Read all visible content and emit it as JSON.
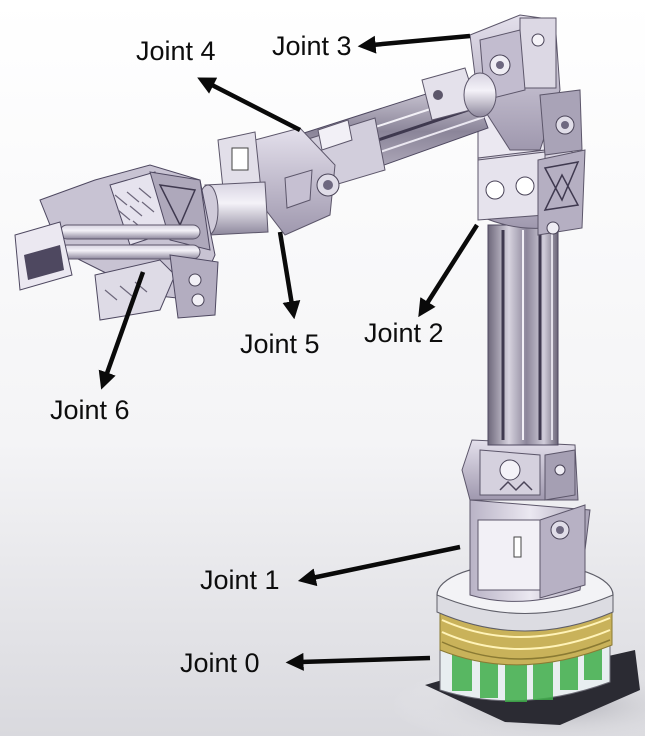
{
  "labels": {
    "joint0": "Joint 0",
    "joint1": "Joint 1",
    "joint2": "Joint 2",
    "joint3": "Joint 3",
    "joint4": "Joint 4",
    "joint5": "Joint 5",
    "joint6": "Joint 6"
  },
  "colors": {
    "arrow": "#0a0a0a",
    "metal": "#c9c4d4",
    "metal_dark": "#7d778c",
    "metal_light": "#ece9f2",
    "rail": "#9c96a8",
    "base_green": "#3fae4a",
    "base_gold": "#c9b25a",
    "base_plate": "#2b2b33"
  }
}
